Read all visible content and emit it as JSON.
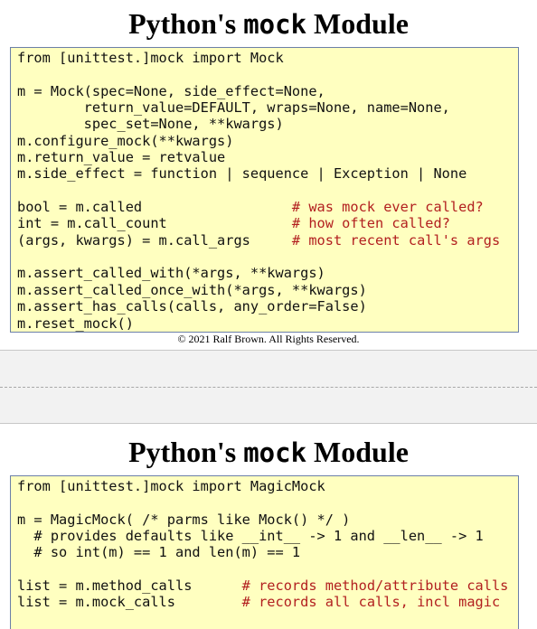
{
  "slide1": {
    "title_pre": "Python's ",
    "title_mono": "mock",
    "title_post": " Module",
    "code": [
      {
        "code": "from [unittest.]mock import Mock",
        "comment": ""
      },
      {
        "code": "",
        "comment": ""
      },
      {
        "code": "m = Mock(spec=None, side_effect=None,",
        "comment": ""
      },
      {
        "code": "        return_value=DEFAULT, wraps=None, name=None,",
        "comment": ""
      },
      {
        "code": "        spec_set=None, **kwargs)",
        "comment": ""
      },
      {
        "code": "m.configure_mock(**kwargs)",
        "comment": ""
      },
      {
        "code": "m.return_value = retvalue",
        "comment": ""
      },
      {
        "code": "m.side_effect = function | sequence | Exception | None",
        "comment": ""
      },
      {
        "code": "",
        "comment": ""
      },
      {
        "code": "bool = m.called                  ",
        "comment": "# was mock ever called?"
      },
      {
        "code": "int = m.call_count               ",
        "comment": "# how often called?"
      },
      {
        "code": "(args, kwargs) = m.call_args     ",
        "comment": "# most recent call's args"
      },
      {
        "code": "",
        "comment": ""
      },
      {
        "code": "m.assert_called_with(*args, **kwargs)",
        "comment": ""
      },
      {
        "code": "m.assert_called_once_with(*args, **kwargs)",
        "comment": ""
      },
      {
        "code": "m.assert_has_calls(calls, any_order=False)",
        "comment": ""
      },
      {
        "code": "m.reset_mock()",
        "comment": ""
      }
    ],
    "copyright": "© 2021 Ralf Brown.  All Rights Reserved."
  },
  "slide2": {
    "title_pre": "Python's ",
    "title_mono": "mock",
    "title_post": " Module",
    "code": [
      {
        "code": "from [unittest.]mock import MagicMock",
        "comment": ""
      },
      {
        "code": "",
        "comment": ""
      },
      {
        "code": "m = MagicMock( /* parms like Mock() */ )",
        "comment": ""
      },
      {
        "code": "  # provides defaults like __int__ -> 1 and __len__ -> 1",
        "comment": ""
      },
      {
        "code": "  # so int(m) == 1 and len(m) == 1",
        "comment": ""
      },
      {
        "code": "",
        "comment": ""
      },
      {
        "code": "list = m.method_calls      ",
        "comment": "# records method/attribute calls"
      },
      {
        "code": "list = m.mock_calls        ",
        "comment": "# records all calls, incl magic"
      }
    ]
  }
}
